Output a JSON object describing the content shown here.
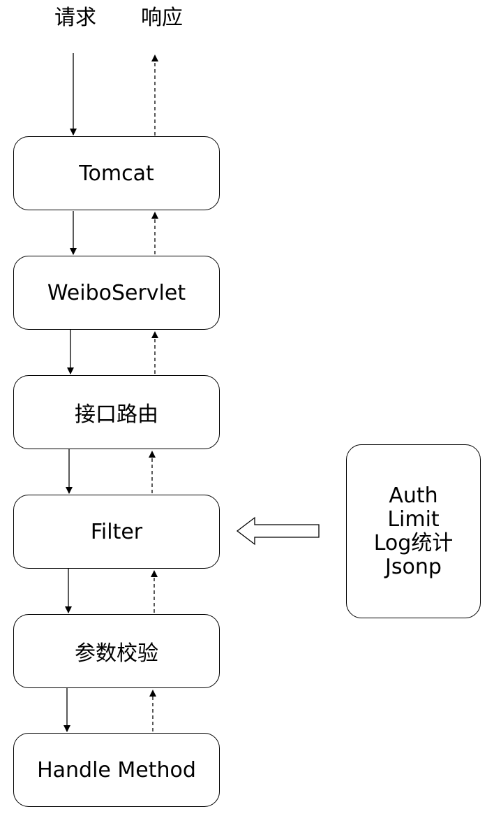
{
  "labels": {
    "request": "请求",
    "response": "响应"
  },
  "stages": [
    {
      "id": "tomcat",
      "label": "Tomcat"
    },
    {
      "id": "weibo-servlet",
      "label": "WeiboServlet"
    },
    {
      "id": "interface-routing",
      "label": "接口路由"
    },
    {
      "id": "filter",
      "label": "Filter"
    },
    {
      "id": "param-validation",
      "label": "参数校验"
    },
    {
      "id": "handle-method",
      "label": "Handle Method"
    }
  ],
  "filter_components": {
    "items": [
      "Auth",
      "Limit",
      "Log统计",
      "Jsonp"
    ]
  }
}
